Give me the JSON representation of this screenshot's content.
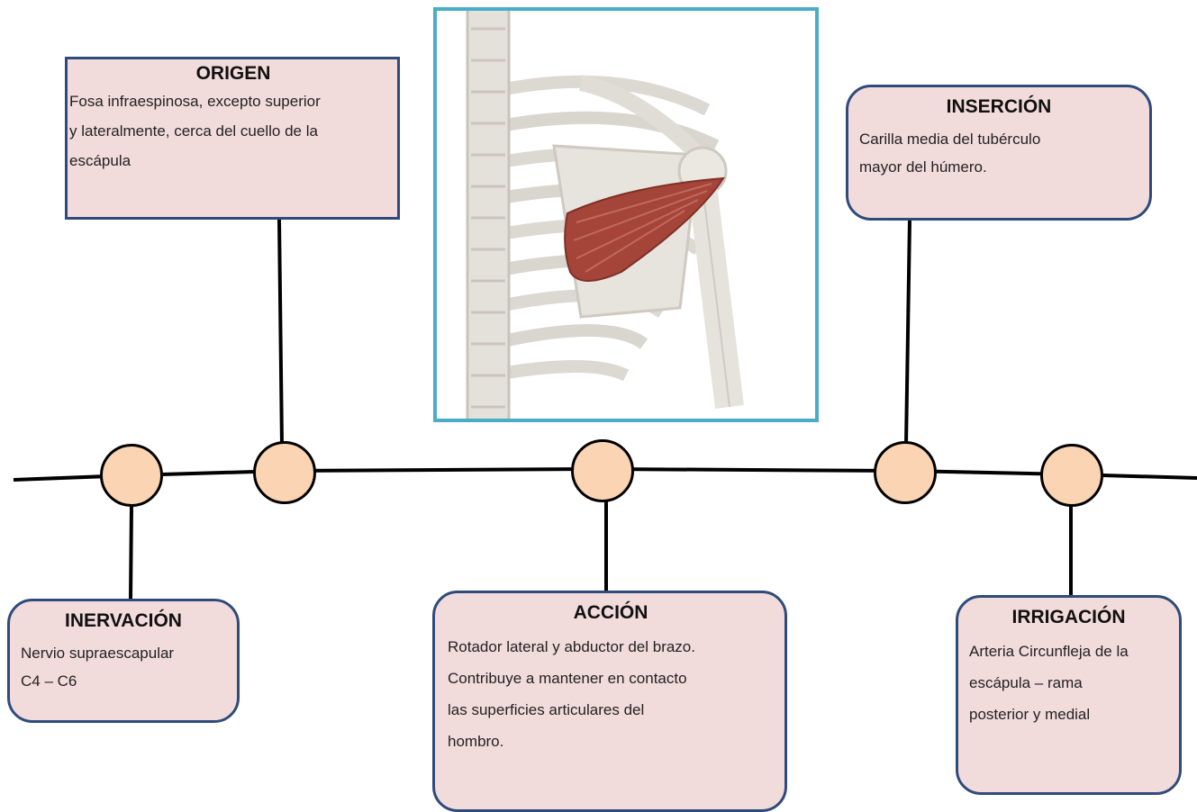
{
  "origen": {
    "title": "ORIGEN",
    "lines": [
      "Fosa infraespinosa, excepto superior",
      "y lateralmente, cerca del cuello de la",
      "escápula"
    ]
  },
  "insercion": {
    "title": "INSERCIÓN",
    "lines": [
      "Carilla media del tubérculo",
      "mayor del húmero."
    ]
  },
  "inervacion": {
    "title": "INERVACIÓN",
    "lines": [
      "Nervio supraescapular",
      "C4 – C6"
    ]
  },
  "accion": {
    "title": "ACCIÓN",
    "lines": [
      "Rotador lateral y abductor del brazo.",
      "Contribuye a mantener en contacto",
      "las superficies articulares del",
      "hombro."
    ]
  },
  "irrigacion": {
    "title": "IRRIGACIÓN",
    "lines": [
      "Arteria Circunfleja de la",
      "escápula – rama",
      "posterior y medial"
    ]
  },
  "colors": {
    "box_fill": "#f2dcdb",
    "box_border": "#2f4b7c",
    "node_fill": "#fbd4b4",
    "image_border": "#4bacc6",
    "muscle": "#a5453a"
  }
}
